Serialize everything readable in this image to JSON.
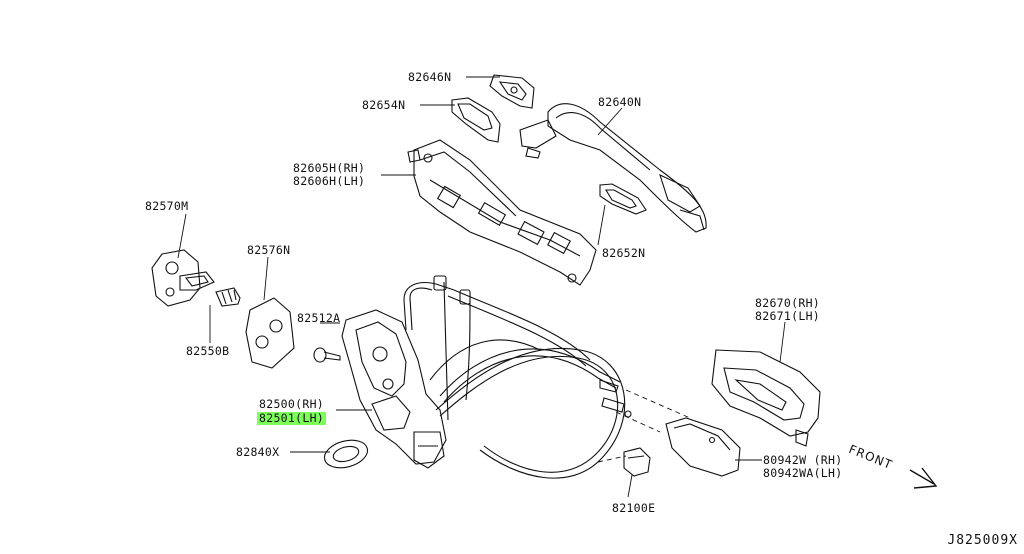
{
  "labels": {
    "p82646N": "82646N",
    "p82654N": "82654N",
    "p82640N": "82640N",
    "p82605H": "82605H(RH)",
    "p82606H": "82606H(LH)",
    "p82570M": "82570M",
    "p82576N": "82576N",
    "p82652N": "82652N",
    "p82550B": "82550B",
    "p82512A": "82512A",
    "p82670": "82670(RH)",
    "p82671": "82671(LH)",
    "p82500": "82500(RH)",
    "p82501": "82501(LH)",
    "p82840X": "82840X",
    "p80942W": "80942W  (RH)",
    "p80942WA": "80942WA(LH)",
    "p82100E": "82100E"
  },
  "front_label": "FRONT",
  "diagram_code": "J825009X",
  "highlight_color": "#7dff5a"
}
